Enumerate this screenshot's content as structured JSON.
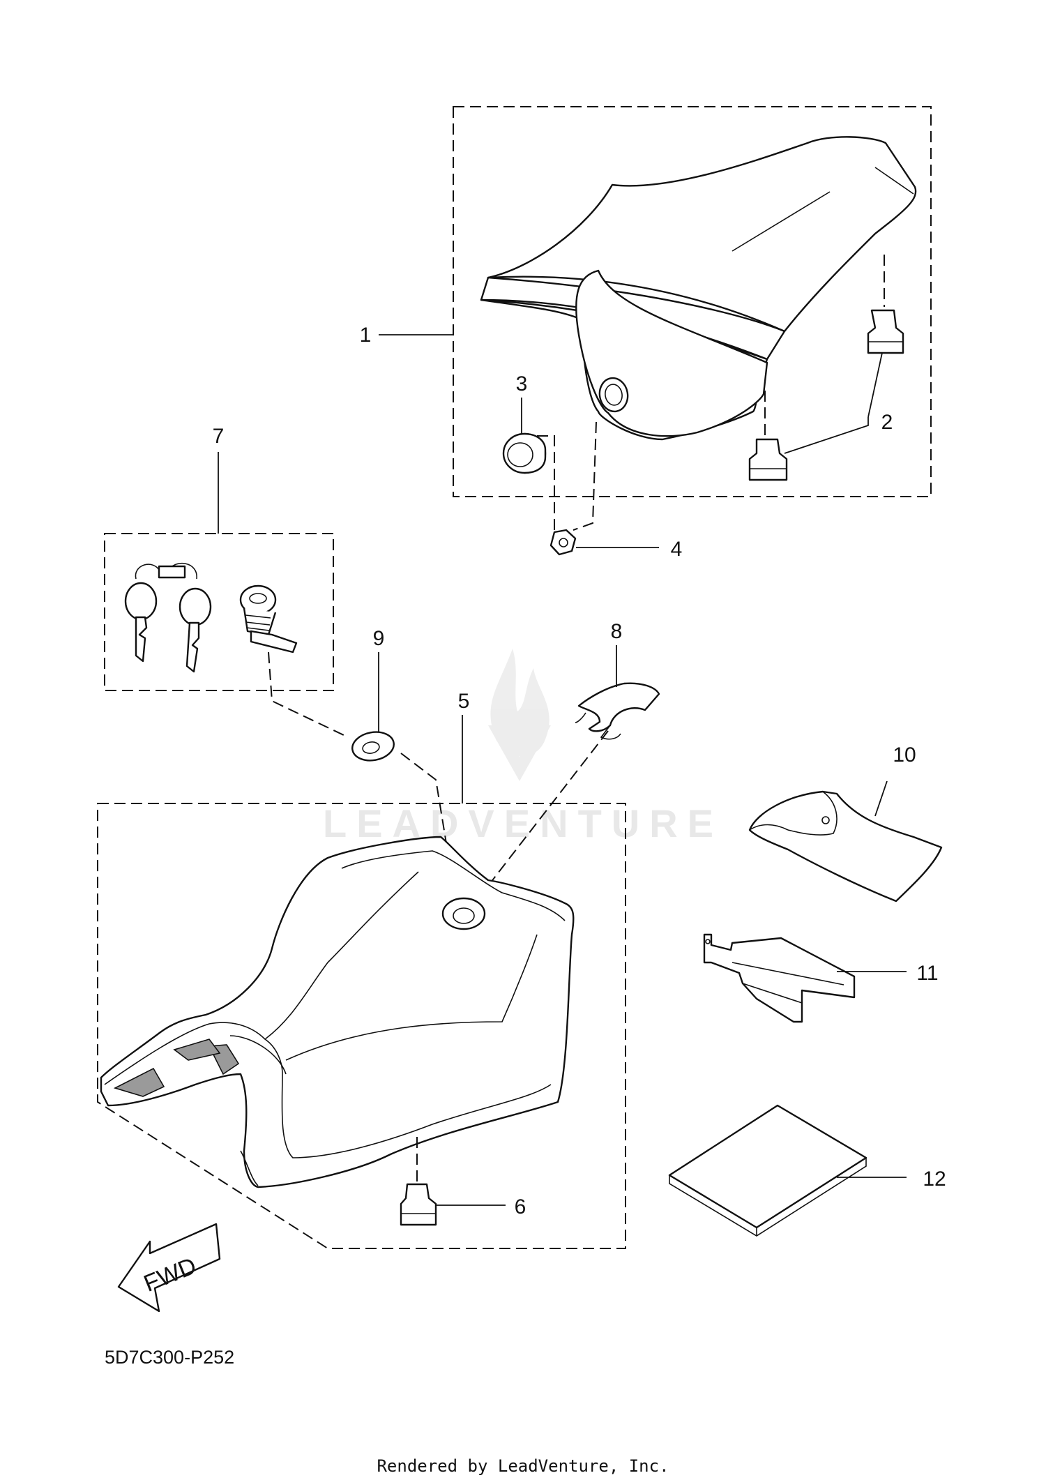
{
  "diagram": {
    "callouts": [
      "1",
      "2",
      "3",
      "4",
      "5",
      "6",
      "7",
      "8",
      "9",
      "10",
      "11",
      "12"
    ],
    "fwd_label": "FWD",
    "drawing_code": "5D7C300-P252",
    "watermark": "LEADVENTURE",
    "footer": "Rendered by LeadVenture, Inc."
  }
}
